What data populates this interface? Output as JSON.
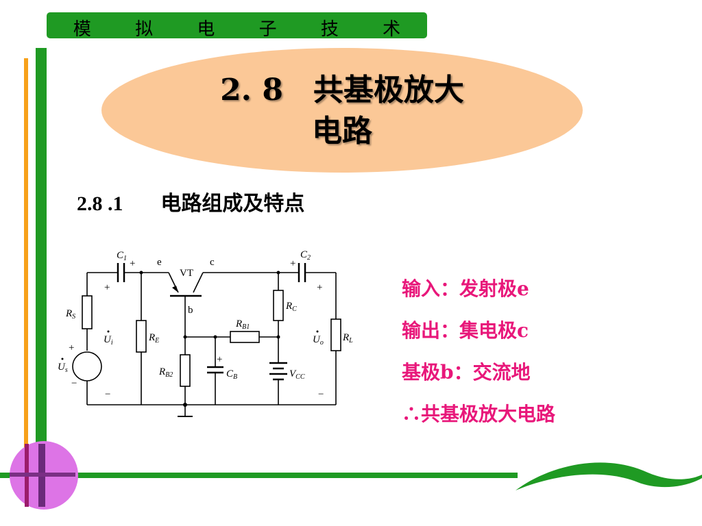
{
  "header": {
    "title": "模 拟 电 子 技 术"
  },
  "title": {
    "line1": "2. 8　共基极放大",
    "line2": "电路"
  },
  "subtitle": {
    "number": "2.8 .1",
    "text": "电路组成及特点"
  },
  "circuit": {
    "labels": {
      "c1": "C",
      "c1_sub": "1",
      "c2": "C",
      "c2_sub": "2",
      "e": "e",
      "vt": "VT",
      "c": "c",
      "b": "b",
      "rs": "R",
      "rs_sub": "S",
      "re": "R",
      "re_sub": "E",
      "rb1": "R",
      "rb1_sub": "B1",
      "rb2": "R",
      "rb2_sub": "B2",
      "rc": "R",
      "rc_sub": "C",
      "rl": "R",
      "rl_sub": "L",
      "cb": "C",
      "cb_sub": "B",
      "vcc": "V",
      "vcc_sub": "CC",
      "ui": "U",
      "ui_sub": "i",
      "uo": "U",
      "uo_sub": "o",
      "us": "U",
      "us_sub": "s",
      "plus": "+",
      "minus": "−"
    }
  },
  "notes": [
    "输入：发射极e",
    "输出：集电极c",
    "基极b：交流地",
    "∴共基极放大电路"
  ],
  "colors": {
    "header": "#1f9a23",
    "ellipse": "#fbc897",
    "notes": "#e8177a"
  }
}
